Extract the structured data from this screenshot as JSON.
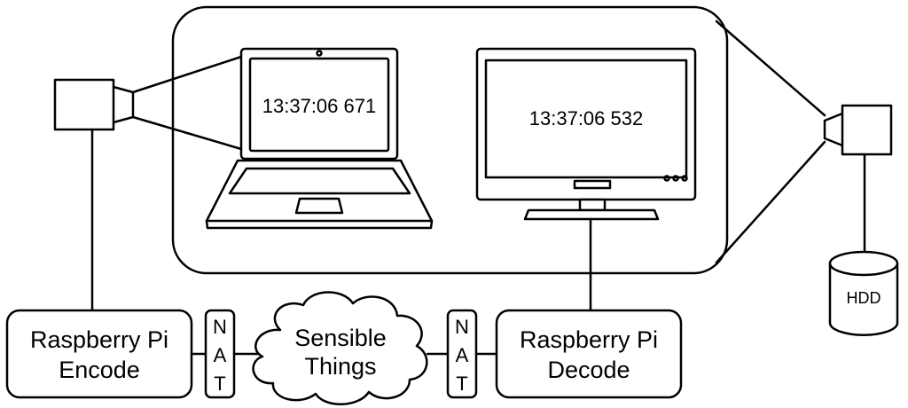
{
  "laptop": {
    "timestamp": "13:37:06 671"
  },
  "monitor": {
    "timestamp": "13:37:06 532"
  },
  "encoder": {
    "line1": "Raspberry Pi",
    "line2": "Encode"
  },
  "decoder": {
    "line1": "Raspberry Pi",
    "line2": "Decode"
  },
  "nat_left": {
    "letters": [
      "N",
      "A",
      "T"
    ]
  },
  "nat_right": {
    "letters": [
      "N",
      "A",
      "T"
    ]
  },
  "cloud": {
    "line1": "Sensible",
    "line2": "Things"
  },
  "storage": {
    "label": "HDD"
  },
  "colors": {
    "stroke": "#000000",
    "background": "#ffffff"
  }
}
